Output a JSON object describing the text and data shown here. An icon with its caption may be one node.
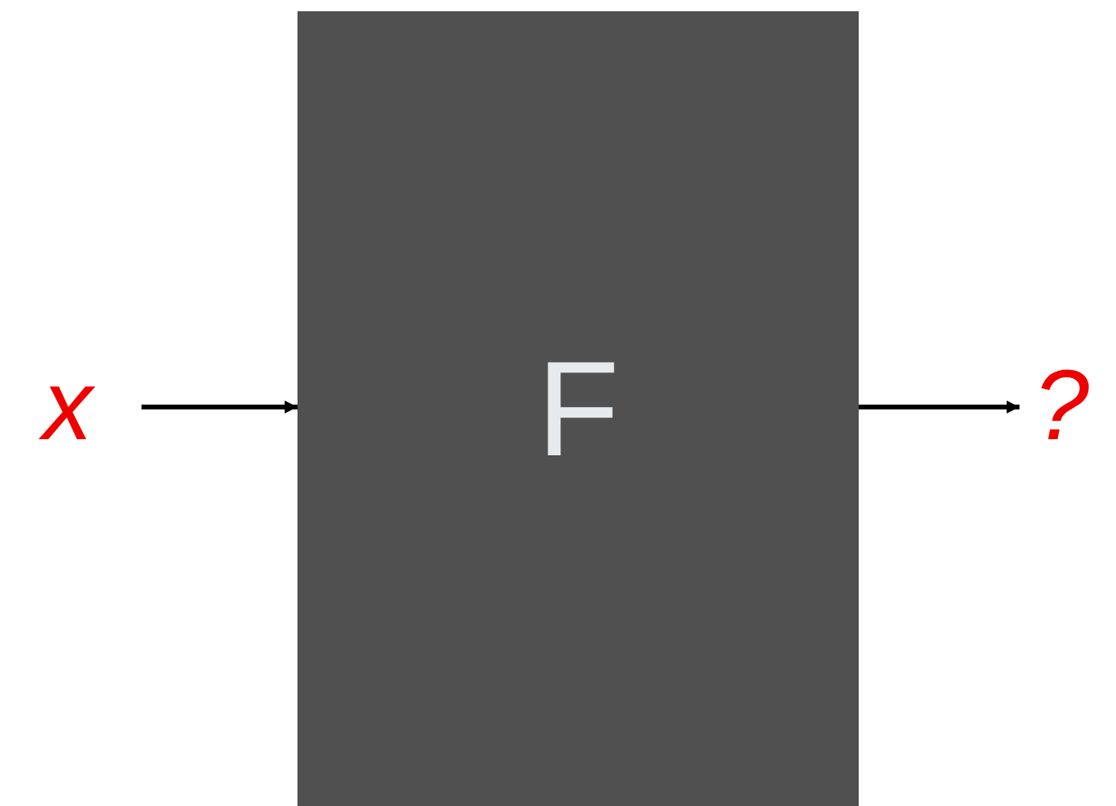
{
  "diagram": {
    "nodes": [
      {
        "text": [
          "x"
        ]
      },
      {
        "text": [
          "F"
        ]
      },
      {
        "text": [
          "?"
        ]
      }
    ],
    "edges": [
      {
        "from": 0,
        "to": 1,
        "arrow": "to"
      },
      {
        "from": 1,
        "to": 2,
        "arrow": "to"
      }
    ]
  }
}
